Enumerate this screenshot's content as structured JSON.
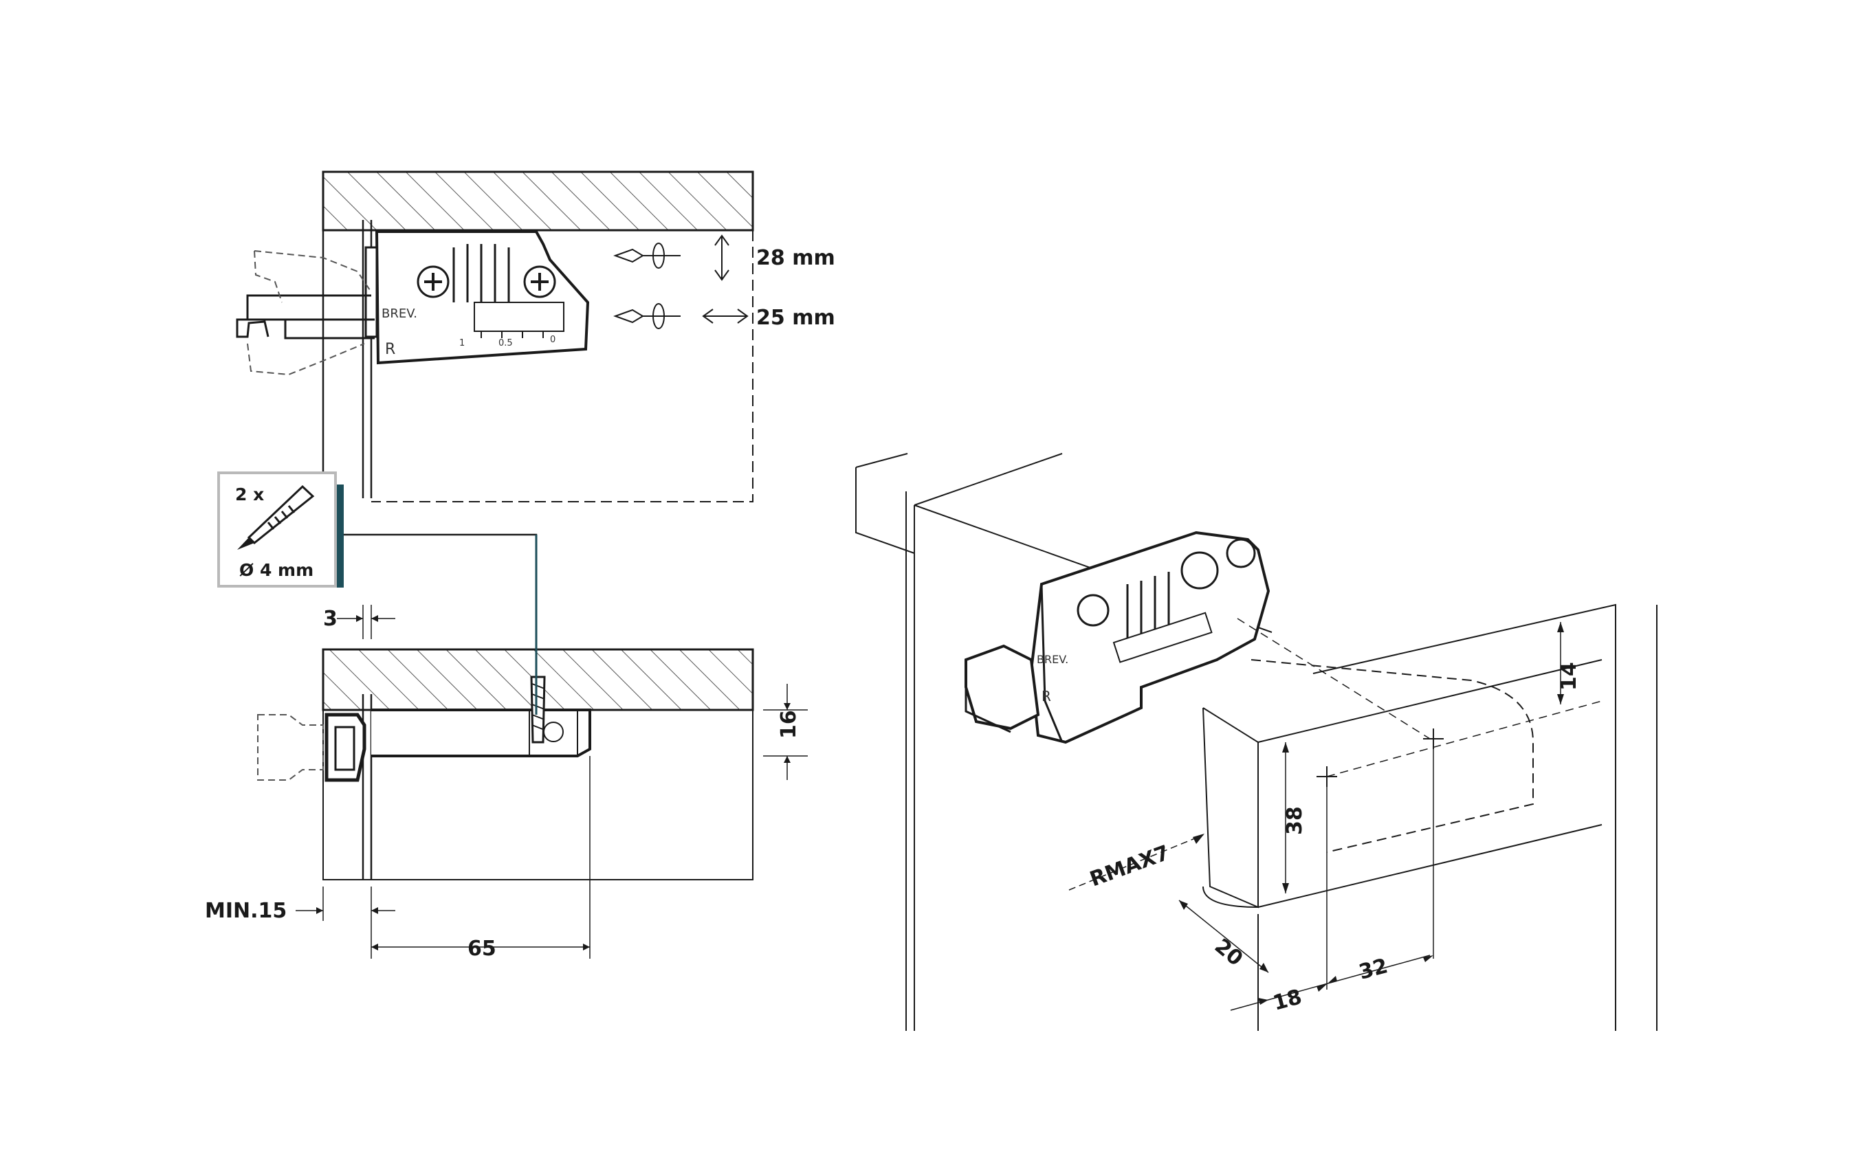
{
  "colors": {
    "line": "#1a1a1a",
    "hatch": "#555555",
    "accent": "#1d4f5a",
    "badge_border": "#b9b9b9"
  },
  "side_view": {
    "adjust_vertical": "28 mm",
    "adjust_depth": "25 mm",
    "device_mark": "BREV.",
    "device_side": "R",
    "scale_marks": [
      "1",
      "0.5",
      "0"
    ]
  },
  "screw_badge": {
    "quantity": "2 x",
    "diameter": "Ø 4 mm",
    "icon": "screw-icon"
  },
  "top_view": {
    "dim_gap": "3",
    "dim_depth": "16",
    "dim_min": "MIN.15",
    "dim_length": "65"
  },
  "iso_view": {
    "device_mark": "BREV.",
    "device_side": "R",
    "dim_14": "14",
    "dim_38": "38",
    "dim_radius": "RMAX7",
    "dim_20": "20",
    "dim_18": "18",
    "dim_32": "32"
  }
}
